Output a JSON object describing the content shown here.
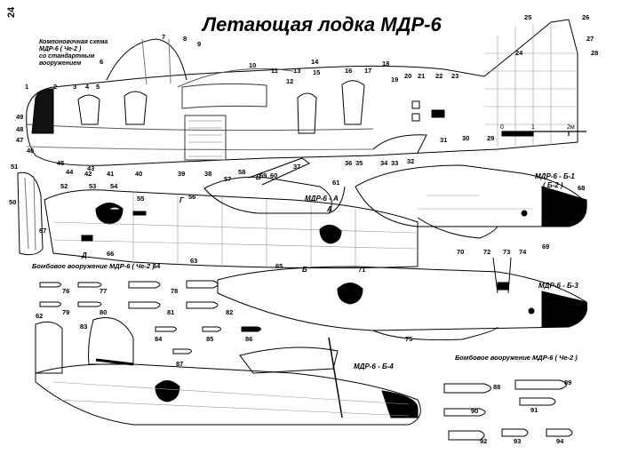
{
  "page_number": "24",
  "title": "Летающая лодка МДР-6",
  "layout_note": [
    "Компоновочная схема",
    "МДР-6  ( Че-2 )",
    "со стандартным",
    "вооружением"
  ],
  "variants": {
    "a": "МДР-6 - А",
    "b1_line1": "МДР-6 - Б-1",
    "b1_line2": "( Б-2 )",
    "b3": "МДР-6 - Б-3",
    "b4": "МДР-6 - Б-4"
  },
  "sections": {
    "bombs_left": "Бомбовое вооружение МДР-6 ( Че-2 )",
    "bombs_right": "Бомбовое вооружение МДР-6 ( Че-2 )"
  },
  "scale_bar": {
    "labels": [
      "0",
      "1",
      "2м"
    ]
  },
  "section_marks": [
    "В",
    "А",
    "Г",
    "Б",
    "Д"
  ],
  "callouts": [
    "1",
    "2",
    "3",
    "4",
    "5",
    "6",
    "7",
    "8",
    "9",
    "10",
    "11",
    "12",
    "13",
    "14",
    "15",
    "16",
    "17",
    "18",
    "19",
    "20",
    "21",
    "22",
    "23",
    "24",
    "25",
    "26",
    "27",
    "28",
    "29",
    "30",
    "31",
    "32",
    "33",
    "34",
    "35",
    "36",
    "37",
    "38",
    "39",
    "40",
    "41",
    "42",
    "43",
    "44",
    "45",
    "46",
    "47",
    "48",
    "49",
    "50",
    "51",
    "52",
    "53",
    "54",
    "55",
    "56",
    "57",
    "58",
    "59",
    "60",
    "61",
    "62",
    "63",
    "64",
    "65",
    "66",
    "67",
    "68",
    "69",
    "70",
    "71",
    "72",
    "73",
    "74",
    "75",
    "76",
    "77",
    "78",
    "79",
    "80",
    "81",
    "82",
    "83",
    "84",
    "85",
    "86",
    "87",
    "88",
    "89",
    "90",
    "91",
    "92",
    "93",
    "94"
  ],
  "colors": {
    "ink": "#000000",
    "paper": "#ffffff",
    "panel_line": "#9a9a9a"
  }
}
